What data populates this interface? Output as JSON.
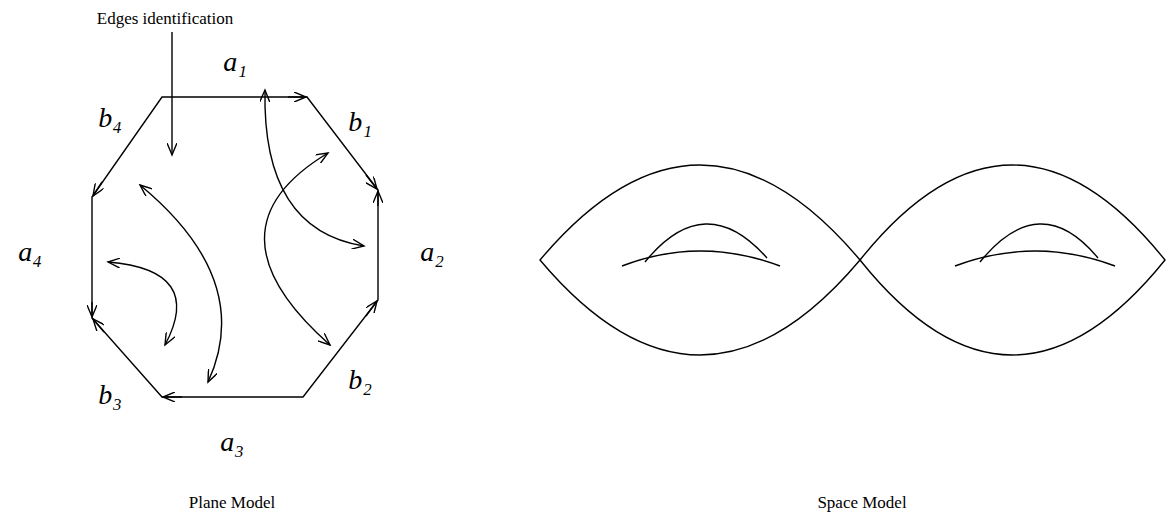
{
  "diagram": {
    "labels": [
      "Edges identification",
      "a₁",
      "b₁",
      "a₂",
      "b₂",
      "a₃",
      "b₃",
      "a₄",
      "b₄",
      "Plane Model",
      "Space Model"
    ]
  }
}
